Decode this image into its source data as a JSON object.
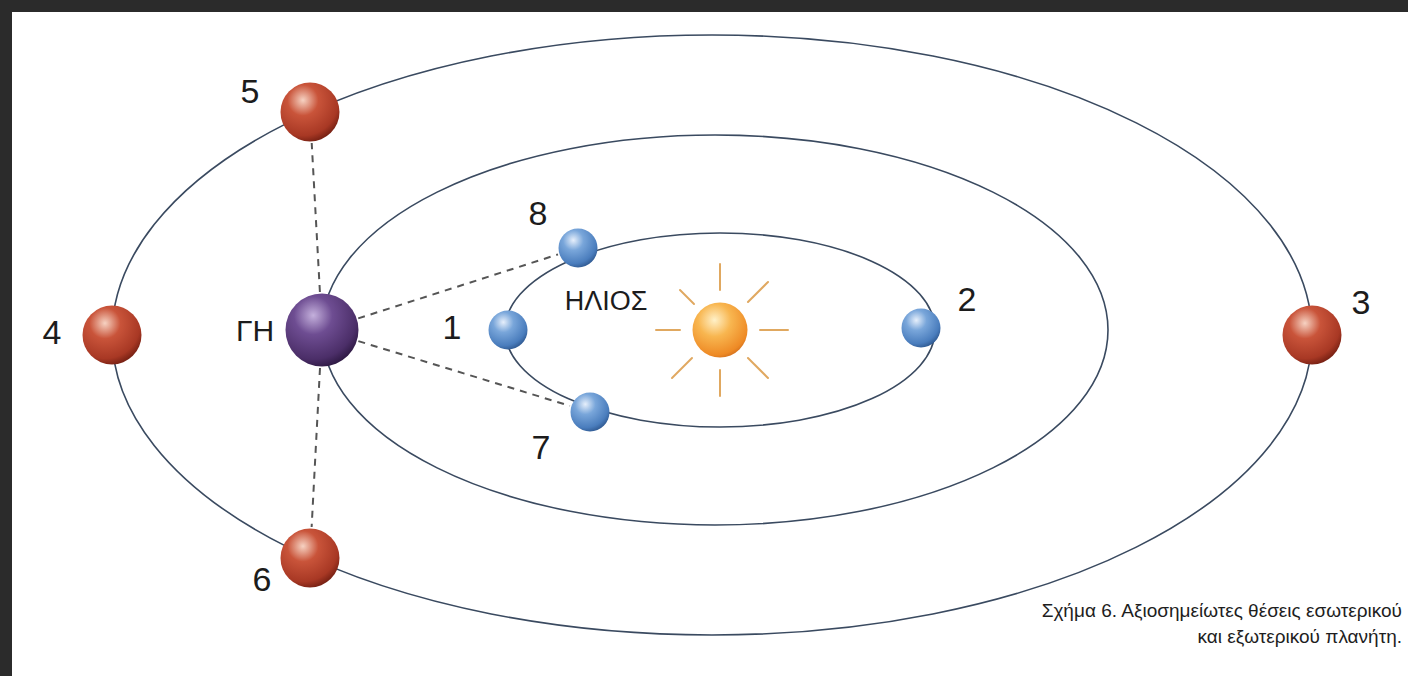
{
  "diagram": {
    "caption": "Σχήμα 6. Αξιοσημείωτες θέσεις εσωτερικού και εξωτερικού πλανήτη.",
    "nodes": [
      {
        "text": [
          "5"
        ]
      },
      {
        "text": [
          "4"
        ]
      },
      {
        "text": [
          "ΓΗ"
        ]
      },
      {
        "text": [
          "8"
        ]
      },
      {
        "text": [
          "1"
        ]
      },
      {
        "text": [
          "ΗΛΙΟΣ"
        ]
      },
      {
        "text": [
          "2"
        ]
      },
      {
        "text": [
          "3"
        ]
      },
      {
        "text": [
          "7"
        ]
      },
      {
        "text": [
          "6"
        ]
      }
    ],
    "edges": [
      {
        "from": 2,
        "to": 0,
        "arrow": "none"
      },
      {
        "from": 2,
        "to": 3,
        "arrow": "none"
      },
      {
        "from": 2,
        "to": 8,
        "arrow": "none"
      },
      {
        "from": 2,
        "to": 9,
        "arrow": "none"
      }
    ]
  }
}
